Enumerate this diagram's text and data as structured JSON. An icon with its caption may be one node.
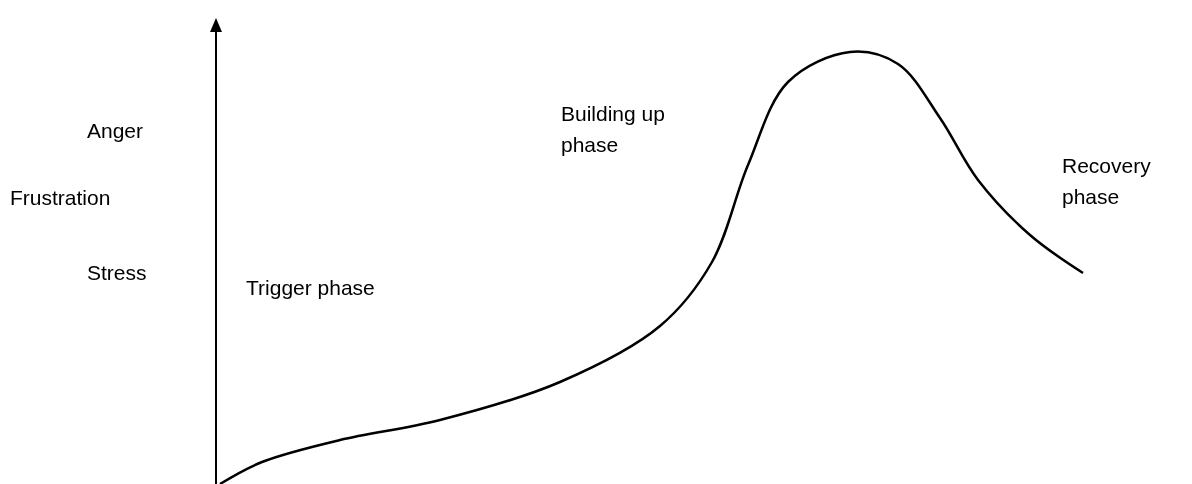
{
  "diagram": {
    "labels": [
      "Anger",
      "Building up phase",
      "Recovery phase",
      "Frustration",
      "Stress",
      "Trigger phase"
    ]
  }
}
